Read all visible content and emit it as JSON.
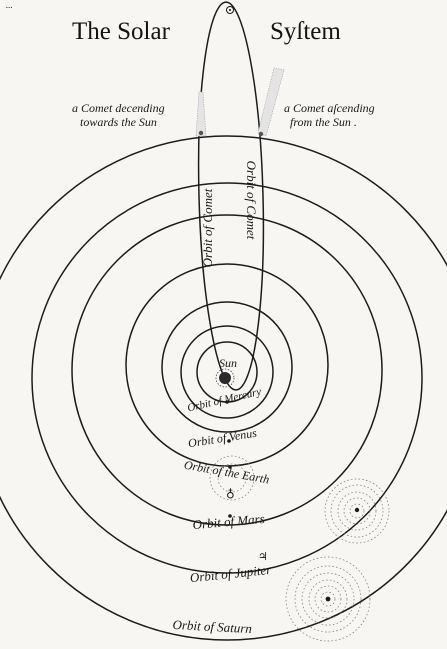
{
  "header": {
    "fragment": "...",
    "title_left": "The Solar",
    "title_right": "Syſtem"
  },
  "comet": {
    "descending": [
      "a Comet decending",
      "towards the Sun"
    ],
    "ascending": [
      "a Comet aſcending",
      "from the Sun ."
    ],
    "orbit_label_left": "Orbit of Comet",
    "orbit_label_right": "Orbit of Comet"
  },
  "labels": {
    "sun": "Sun",
    "mercury": "Orbit of Mercury",
    "venus": "Orbit of Venus",
    "earth": "Orbit of the Earth",
    "earth_symbol": "♁",
    "mars": "Orbit of Mars",
    "jupiter": "Orbit of Jupiter",
    "jupiter_symbol": "♃",
    "saturn": "Orbit of Saturn"
  },
  "colors": {
    "ink": "#1c1c1c",
    "paper": "#f7f6f2"
  }
}
